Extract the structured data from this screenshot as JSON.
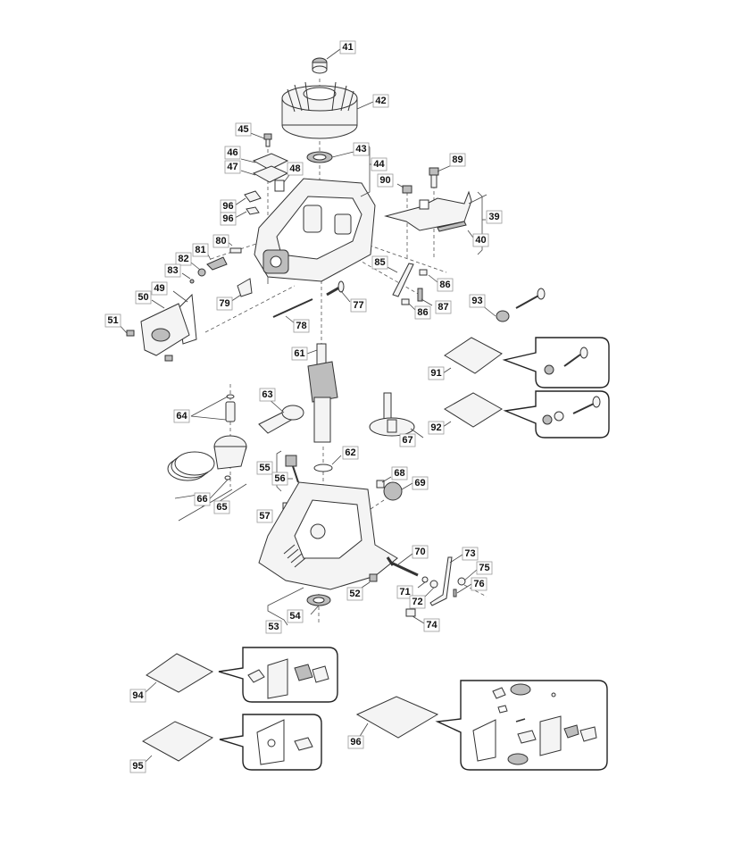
{
  "diagram": {
    "type": "exploded-parts-diagram",
    "labels": {
      "p39": "39",
      "p40": "40",
      "p41": "41",
      "p42": "42",
      "p43": "43",
      "p44": "44",
      "p45": "45",
      "p46": "46",
      "p47": "47",
      "p48": "48",
      "p49": "49",
      "p50": "50",
      "p51": "51",
      "p52": "52",
      "p53": "53",
      "p54": "54",
      "p55": "55",
      "p56": "56",
      "p57": "57",
      "p61": "61",
      "p62": "62",
      "p63": "63",
      "p64": "64",
      "p65": "65",
      "p66": "66",
      "p67": "67",
      "p68": "68",
      "p69": "69",
      "p70": "70",
      "p71": "71",
      "p72": "72",
      "p73": "73",
      "p74": "74",
      "p75": "75",
      "p76": "76",
      "p77": "77",
      "p78": "78",
      "p79": "79",
      "p80": "80",
      "p81": "81",
      "p82": "82",
      "p83": "83",
      "p85": "85",
      "p86a": "86",
      "p86b": "86",
      "p87": "87",
      "p89": "89",
      "p90": "90",
      "p91": "91",
      "p92": "92",
      "p93": "93",
      "p94": "94",
      "p95": "95",
      "p96a": "96",
      "p96b": "96",
      "p96c": "96"
    }
  }
}
